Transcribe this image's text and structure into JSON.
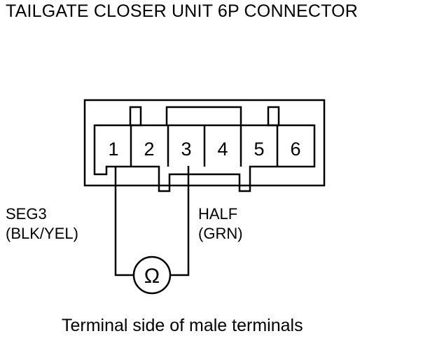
{
  "title": "TAILGATE CLOSER UNIT 6P CONNECTOR",
  "connector": {
    "pins": [
      "1",
      "2",
      "3",
      "4",
      "5",
      "6"
    ]
  },
  "wires": {
    "left": {
      "name": "SEG3",
      "color": "(BLK/YEL)"
    },
    "right": {
      "name": "HALF",
      "color": "(GRN)"
    }
  },
  "meter": {
    "symbol": "Ω"
  },
  "caption": "Terminal side of male terminals"
}
